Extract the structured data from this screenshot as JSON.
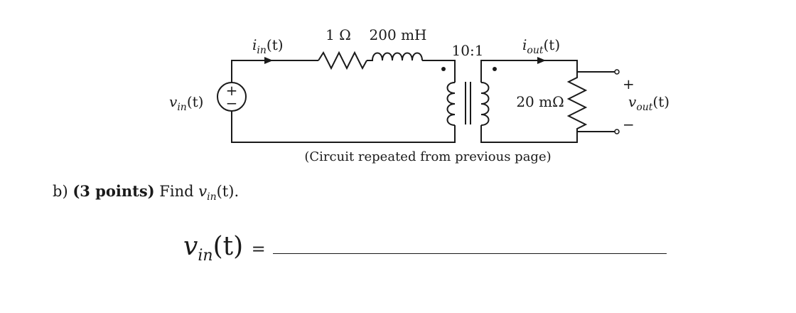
{
  "circuit": {
    "resistor_label": "1 Ω",
    "inductor_label": "200 mH",
    "turns_ratio": "10:1",
    "load_label": "20 mΩ",
    "source_label": {
      "var": "v",
      "sub": "in",
      "arg": "(t)"
    },
    "source_sign": {
      "plus": "+",
      "minus": "−"
    },
    "i_in_label": {
      "var": "i",
      "sub": "in",
      "arg": "(t)"
    },
    "i_out_label": {
      "var": "i",
      "sub": "out",
      "arg": "(t)"
    },
    "v_out_label": {
      "var": "v",
      "sub": "out",
      "arg": "(t)"
    },
    "terminal_plus": "+",
    "terminal_minus": "−",
    "caption": "(Circuit repeated from previous page)"
  },
  "question": {
    "part": "b)",
    "points": "(3 points)",
    "prompt": "Find",
    "var": "v",
    "sub": "in",
    "arg": "(t)",
    "end": "."
  },
  "answer": {
    "var": "v",
    "sub": "in",
    "arg": "(t)",
    "equals": "="
  }
}
